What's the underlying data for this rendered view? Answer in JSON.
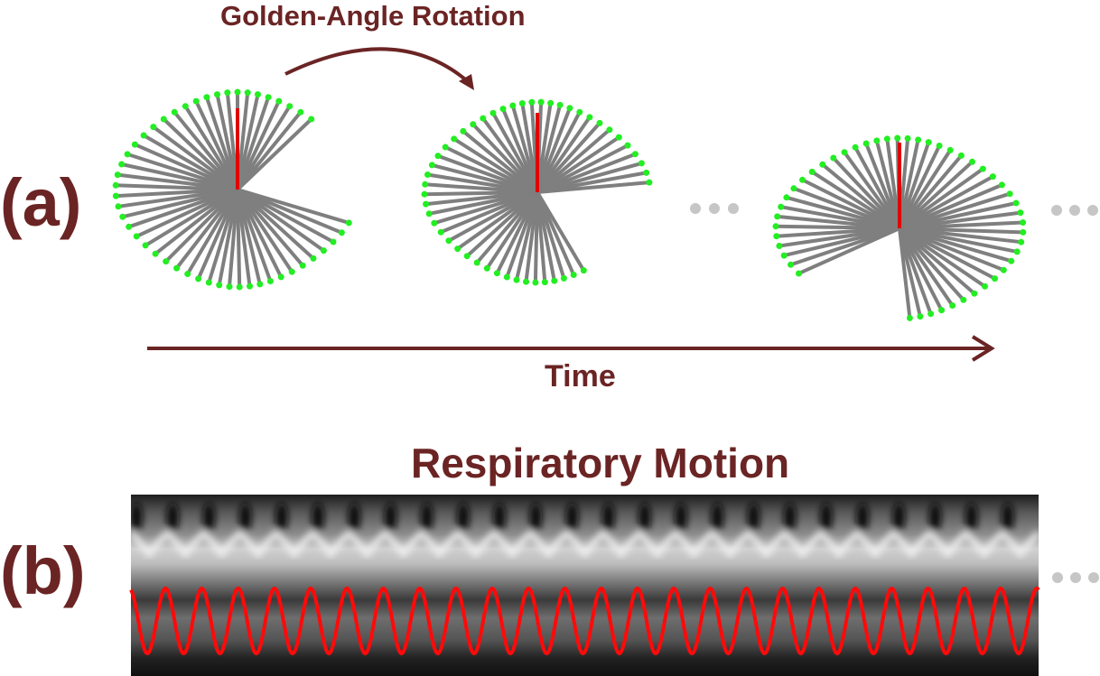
{
  "colors": {
    "text": "#6b2424",
    "spoke": "#7f7f7f",
    "spoke_tip": "#22ee22",
    "current_spoke": "#e10000",
    "ellipsis": "#c6c6c6",
    "signal": "#ff0a0a"
  },
  "panel_a": {
    "label": "(a)",
    "rotation_label": "Golden-Angle Rotation",
    "time_label": "Time",
    "frames": [
      {
        "name": "frame-1",
        "spokes": 48
      },
      {
        "name": "frame-2",
        "spokes": 48
      },
      {
        "name": "frame-n",
        "spokes": 48
      }
    ]
  },
  "panel_b": {
    "label": "(b)",
    "title": "Respiratory Motion",
    "breath_cycles_shown": 25
  }
}
